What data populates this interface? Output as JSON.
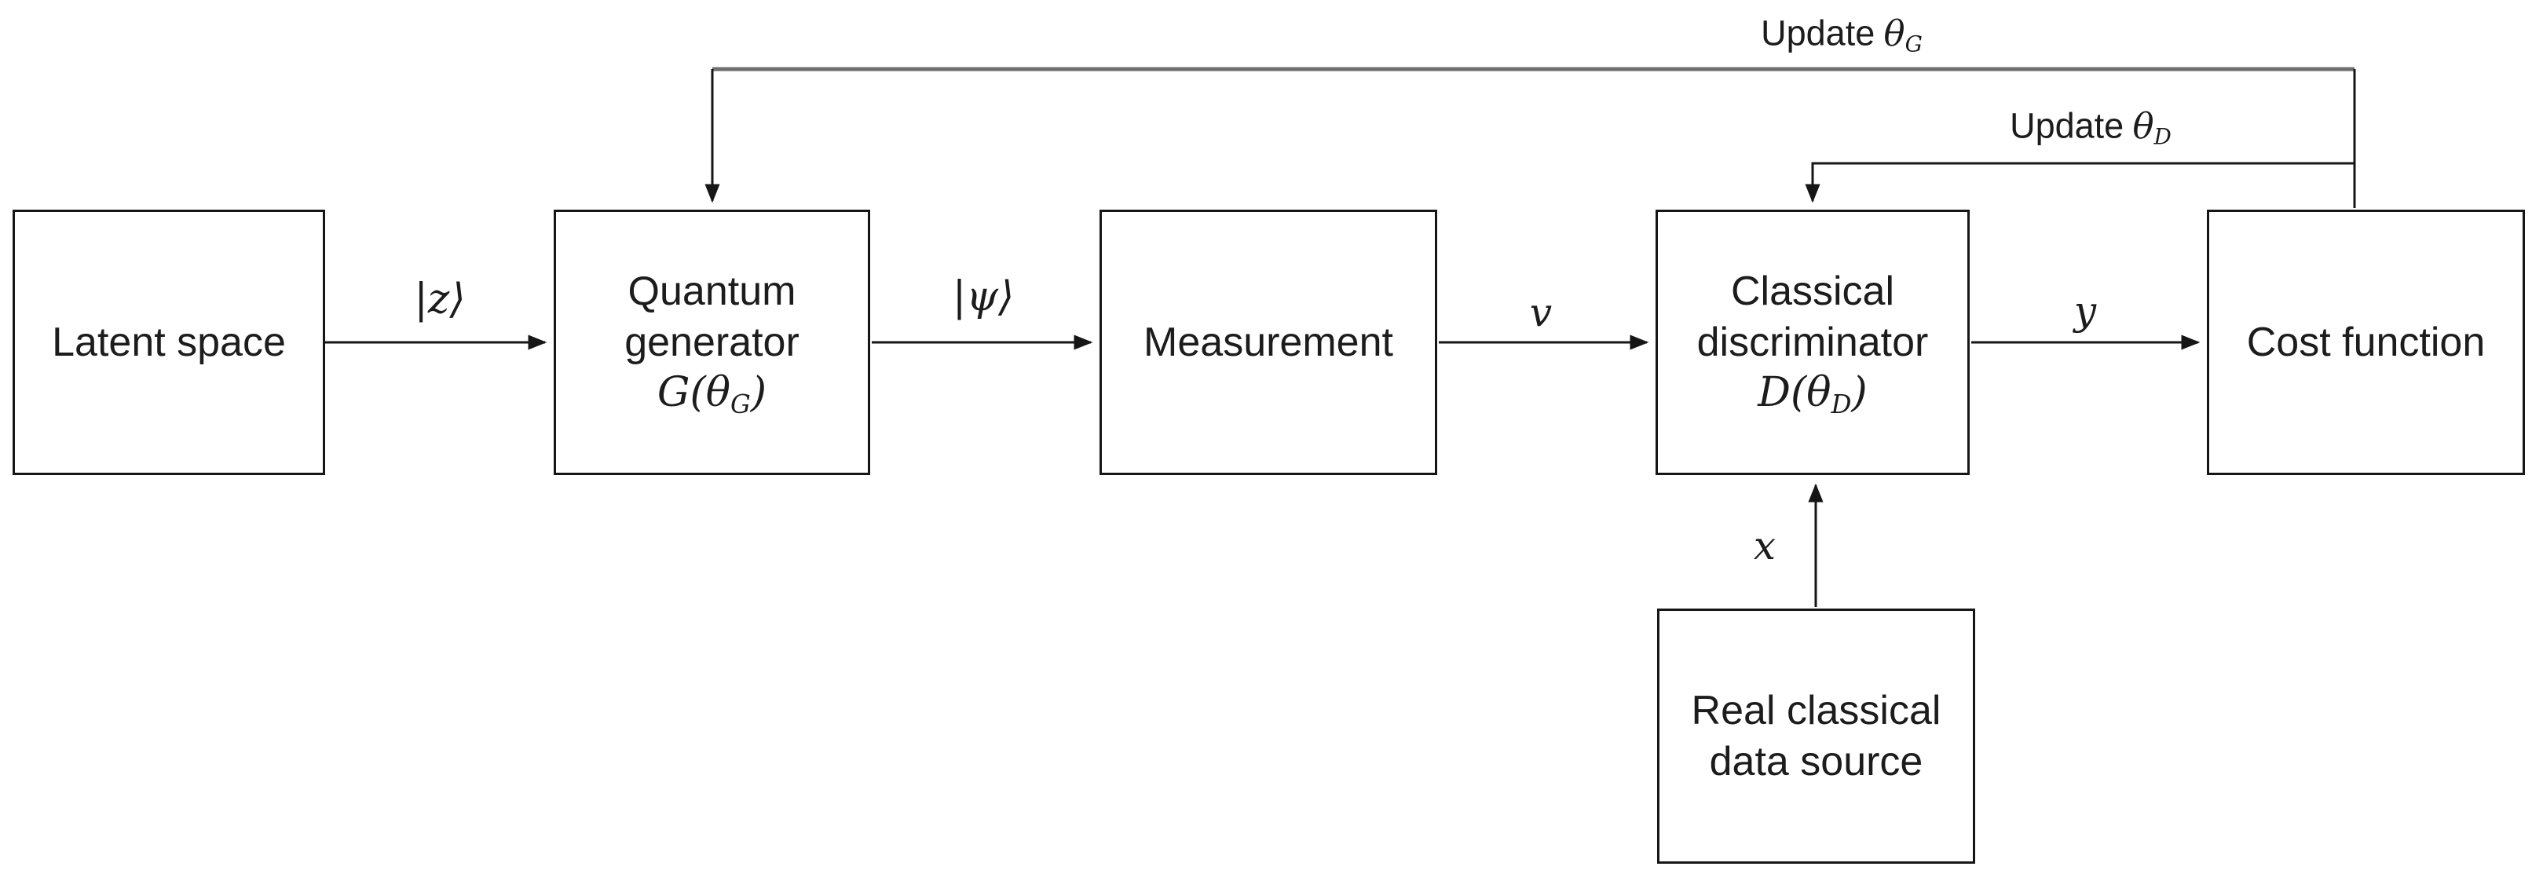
{
  "diagram": {
    "colors": {
      "background": "#ffffff",
      "line": "#161616",
      "feedback_top_line": "#6e6e6e",
      "text": "#1c1c1c"
    },
    "boxes": {
      "latent_space": {
        "label": "Latent space"
      },
      "quantum_generator": {
        "line1": "Quantum",
        "line2": "generator",
        "math_prefix": "G(θ",
        "math_sub": "G",
        "math_suffix": ")"
      },
      "measurement": {
        "label": "Measurement"
      },
      "classical_discriminator": {
        "line1": "Classical",
        "line2": "discriminator",
        "math_prefix": "D(θ",
        "math_sub": "D",
        "math_suffix": ")"
      },
      "cost_function": {
        "label": "Cost function"
      },
      "real_data_source": {
        "line1": "Real classical",
        "line2": "data source"
      }
    },
    "edge_labels": {
      "z_ket": "|z⟩",
      "psi_ket": "|ψ⟩",
      "v": "v",
      "y": "y",
      "x": "x",
      "update_g_text": "Update",
      "update_g_symbol": "θ",
      "update_g_sub": "G",
      "update_d_text": "Update",
      "update_d_symbol": "θ",
      "update_d_sub": "D"
    }
  }
}
